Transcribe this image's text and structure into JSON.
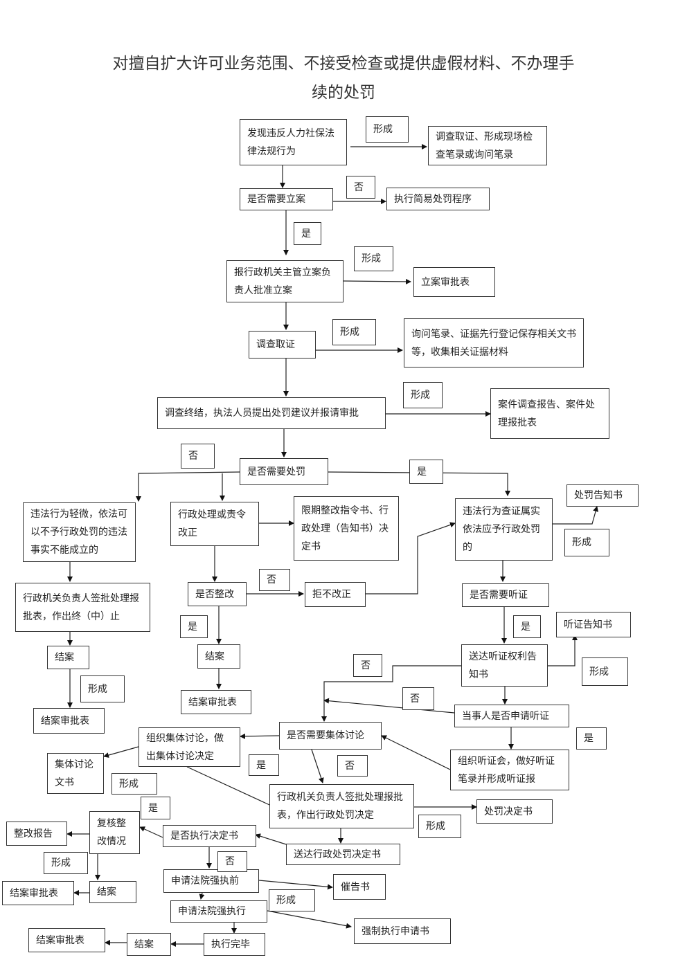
{
  "title": {
    "line1": "对擅自扩大许可业务范围、不接受检查或提供虚假材料、不办理手",
    "line2": "续的处罚"
  },
  "nodes": {
    "discover": "发现违反人力社保法律法规行为",
    "survey_record": "调查取证、形成现场检查笔录或询问笔录",
    "need_case": "是否需要立案",
    "simple_procedure": "执行简易处罚程序",
    "report_approve": "报行政机关主管立案负责人批准立案",
    "case_approval_form": "立案审批表",
    "investigate": "调查取证",
    "evidence_docs": "询问笔录、证据先行登记保存相关文书等，收集相关证据材料",
    "investigation_end": "调查终结，执法人员提出处罚建议并报请审批",
    "investigation_report": "案件调查报告、案件处理报批表",
    "need_penalty": "是否需要处罚",
    "minor_violation": "违法行为轻微，依法可以不予行政处罚的违法事实不能成立的",
    "admin_correction": "行政处理或责令改正",
    "correction_notice": "限期整改指令书、行政处理（告知书）决定书",
    "violation_confirmed": "违法行为查证属实依法应予行政处罚的",
    "penalty_notice": "处罚告知书",
    "sign_terminate": "行政机关负责人签批处理报批表，作出终（中）止",
    "close_left": "结案",
    "close_form_left": "结案审批表",
    "is_corrected": "是否整改",
    "refuse_correction": "拒不改正",
    "close_mid": "结案",
    "close_form_mid": "结案审批表",
    "need_hearing": "是否需要听证",
    "deliver_hearing_notice": "送达听证权利告知书",
    "hearing_notice": "听证告知书",
    "party_apply": "当事人是否申请听证",
    "organize_hearing": "组织听证会，做好听证笔录并形成听证报",
    "need_collective": "是否需要集体讨论",
    "collective_decision": "组织集体讨论，做出集体讨论决定",
    "collective_doc": "集体讨论文书",
    "sign_penalty": "行政机关负责人签批处理报批表，作出行政处罚决定",
    "penalty_decision": "处罚决定书",
    "deliver_decision": "送达行政处罚决定书",
    "execute_decision": "是否执行决定书",
    "review_correction": "复核整改情况",
    "correction_report": "整改报告",
    "close_review": "结案",
    "close_form_review": "结案审批表",
    "apply_court_before": "申请法院强执前",
    "urge_notice": "催告书",
    "apply_court": "申请法院强执行",
    "enforce_application": "强制执行申请书",
    "execution_done": "执行完毕",
    "close_final": "结案",
    "close_form_final": "结案审批表"
  },
  "labels": {
    "form": "形成",
    "yes": "是",
    "no": "否"
  }
}
